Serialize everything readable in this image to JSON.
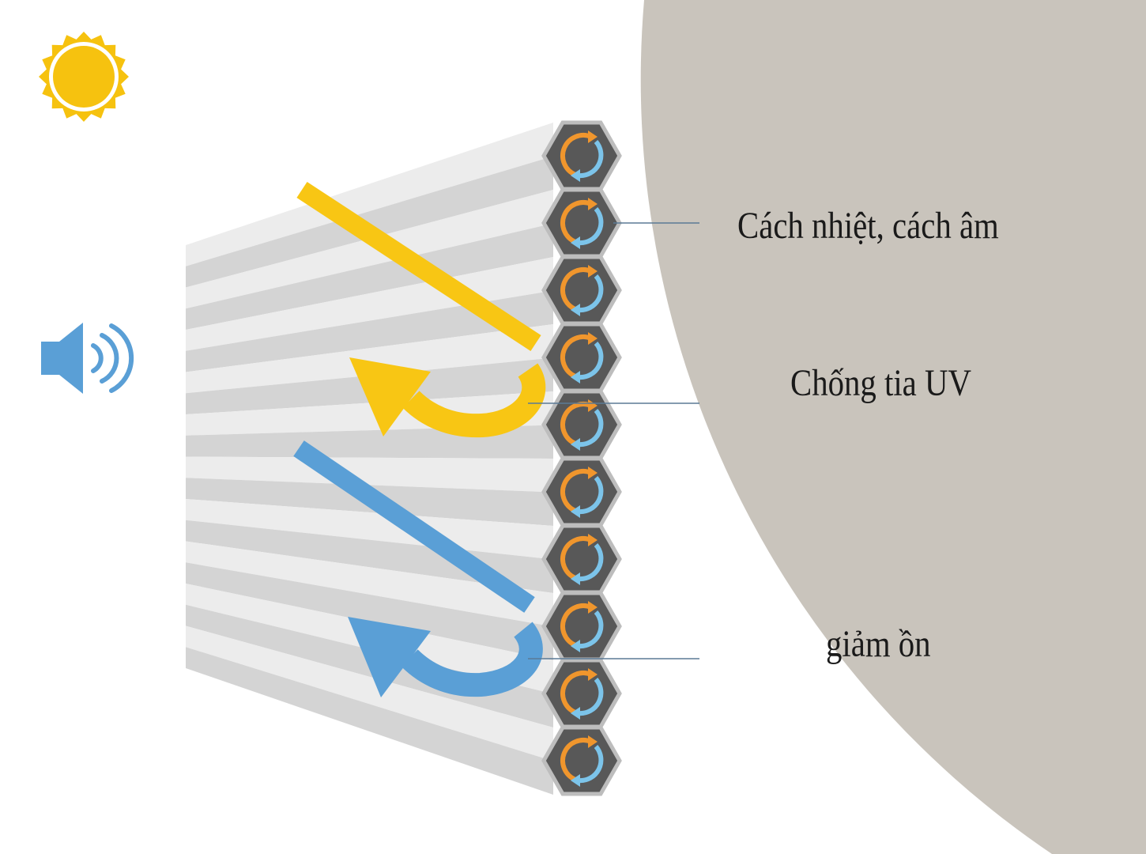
{
  "labels": {
    "insulation": "Cách nhiệt, cách âm",
    "uv": "Chống tia UV",
    "noise": "giảm ồn"
  },
  "icons": [
    "sun-icon",
    "speaker-icon",
    "rotate-arrows-icon"
  ],
  "colors": {
    "background_arc": "#c9c4bc",
    "sun": "#f6c20f",
    "uv_arrow": "#f8c614",
    "sound_arrow": "#5a9fd6",
    "hexagon": "#555555",
    "orange_arrow": "#f0962d",
    "blue_arrow": "#7cc4ea"
  }
}
